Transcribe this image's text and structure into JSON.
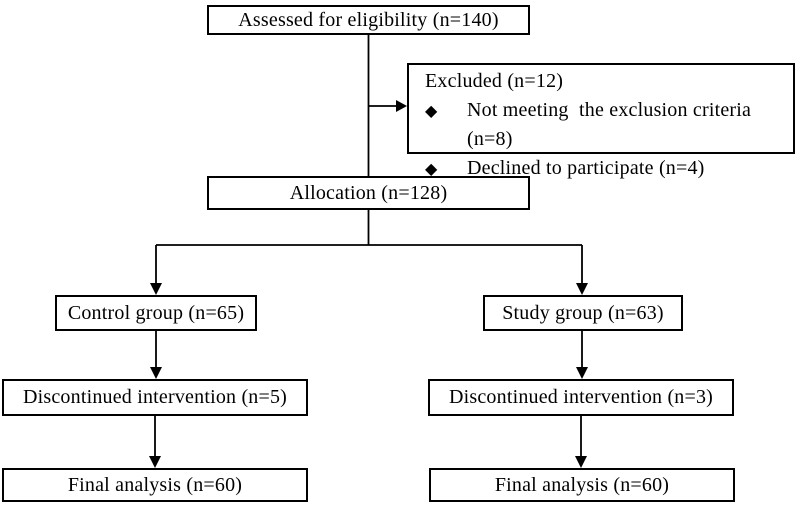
{
  "colors": {
    "line": "#000000",
    "box_border": "#000000",
    "box_background": "#ffffff",
    "page_background": "#ffffff",
    "text": "#000000"
  },
  "boxes": {
    "assessed": {
      "label": "Assessed for eligibility (n=140)"
    },
    "excluded": {
      "title": "Excluded (n=12)",
      "bullet_glyph": "◆",
      "items": [
        {
          "text": "Not meeting  the exclusion criteria (n=8)"
        },
        {
          "text": "Declined to participate (n=4)"
        }
      ]
    },
    "allocation": {
      "label": "Allocation (n=128)"
    },
    "control_group": {
      "label": "Control group (n=65)"
    },
    "study_group": {
      "label": "Study group (n=63)"
    },
    "control_discontinued": {
      "label": "Discontinued intervention (n=5)"
    },
    "study_discontinued": {
      "label": "Discontinued intervention (n=3)"
    },
    "control_final": {
      "label": "Final analysis (n=60)"
    },
    "study_final": {
      "label": "Final analysis (n=60)"
    }
  }
}
